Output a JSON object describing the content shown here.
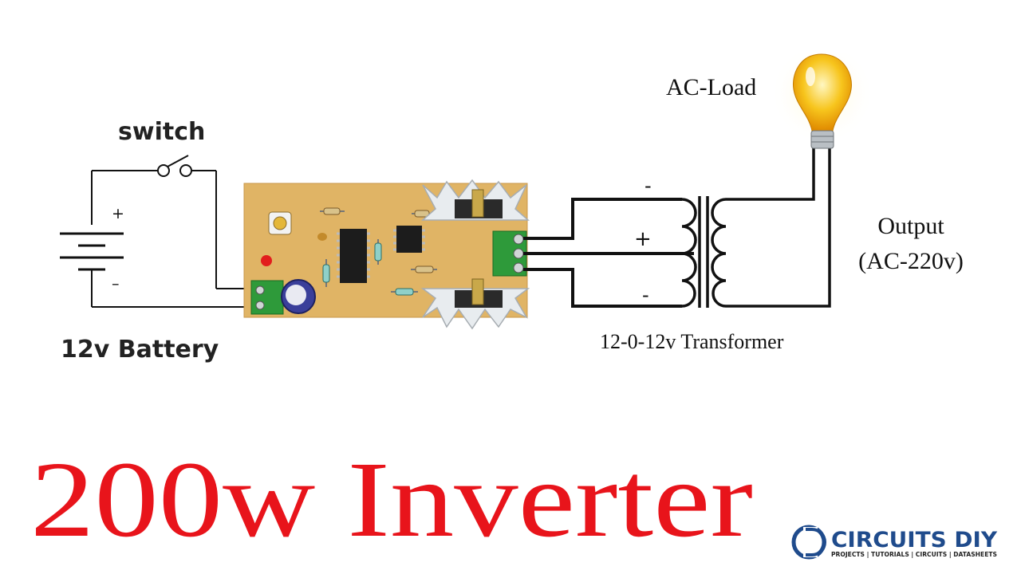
{
  "labels": {
    "switch": "switch",
    "battery": "12v Battery",
    "ac_load": "AC-Load",
    "output_line1": "Output",
    "output_line2": "(AC-220v)",
    "transformer": "12-0-12v Transformer",
    "title": "200w Inverter",
    "battery_plus": "+",
    "battery_minus": "–",
    "coil_top_minus": "-",
    "coil_center_plus": "+",
    "coil_bottom_minus": "-"
  },
  "logo": {
    "name": "CIRCUITS DIY",
    "tagline": "PROJECTS | TUTORIALS | CIRCUITS | DATASHEETS"
  },
  "colors": {
    "title_red": "#e8141b",
    "wire": "#111111",
    "pcb": "#e0b465",
    "logo_blue": "#1f4b8c"
  }
}
